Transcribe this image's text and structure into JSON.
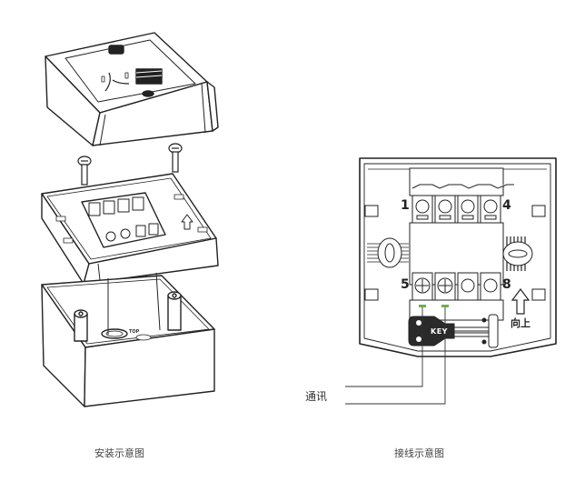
{
  "figures": [
    {
      "id": "installation",
      "caption": "安装示意图",
      "parts": [
        "cover",
        "screws",
        "base-plate",
        "back-box"
      ],
      "markings": {
        "back_box_label": "TOP"
      }
    },
    {
      "id": "wiring",
      "caption": "接线示意图",
      "terminal_labels": {
        "top_left": "1",
        "top_right": "4",
        "bottom_left": "5",
        "bottom_right": "8"
      },
      "up_label": "向上",
      "key_label": "KEY",
      "callout": "通讯"
    }
  ],
  "colors": {
    "line": "#222222",
    "background": "#ffffff",
    "terminal_highlight": "#6ab04c"
  }
}
